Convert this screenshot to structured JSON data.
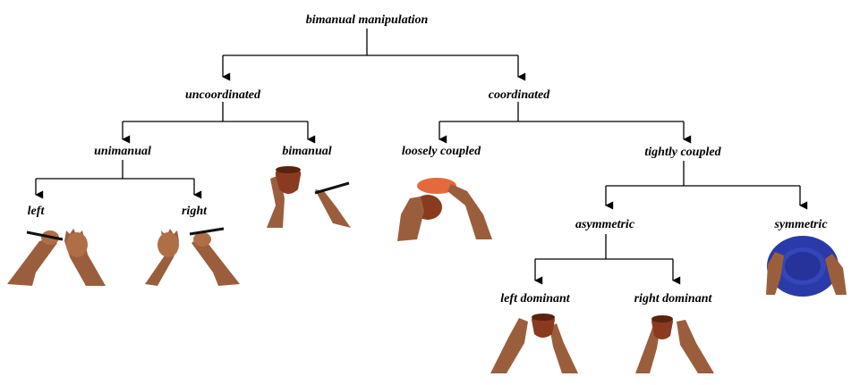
{
  "diagram": {
    "root": "bimanual manipulation",
    "level1": {
      "uncoordinated": "uncoordinated",
      "coordinated": "coordinated"
    },
    "level2": {
      "unimanual": "unimanual",
      "bimanual": "bimanual",
      "loosely_coupled": "loosely coupled",
      "tightly_coupled": "tightly coupled"
    },
    "level3": {
      "left": "left",
      "right": "right",
      "asymmetric": "asymmetric",
      "symmetric": "symmetric"
    },
    "level4": {
      "left_dominant": "left dominant",
      "right_dominant": "right dominant"
    }
  },
  "colors": {
    "text": "#000000",
    "line": "#000000",
    "skin": "#9b5e3c",
    "pot": "#8a3a1e",
    "plate": "#2a3aa8",
    "disc": "#e26a3c",
    "pen": "#111111"
  },
  "icons": [
    "hands-pen-left-image",
    "hands-pen-right-image",
    "hands-pot-pen-image",
    "hands-disc-pot-image",
    "hands-plate-image",
    "hands-pot-left-dominant-image",
    "hands-pot-right-dominant-image"
  ]
}
